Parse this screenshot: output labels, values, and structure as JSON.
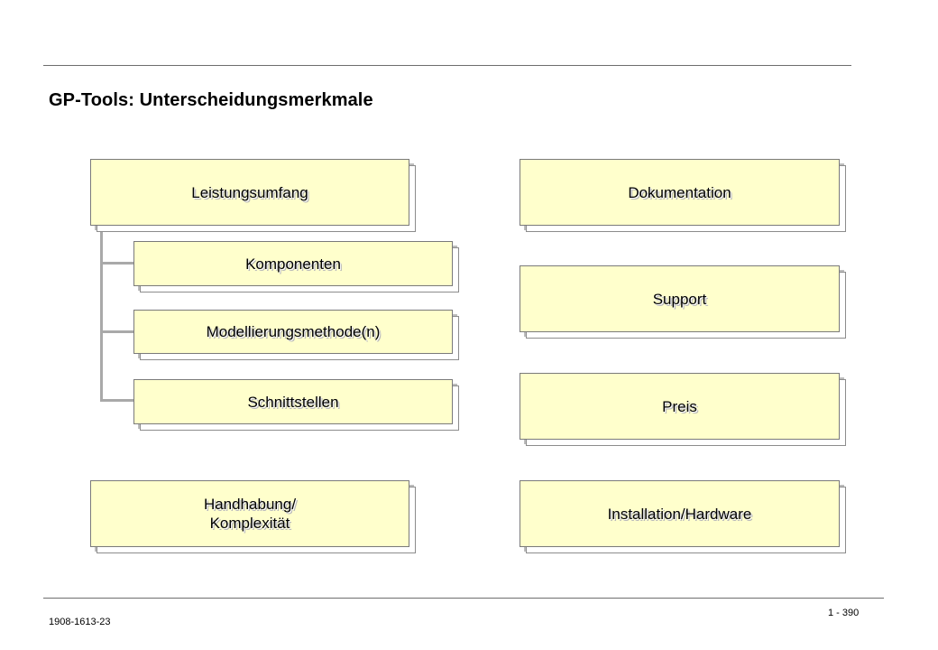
{
  "slide": {
    "title": "GP-Tools: Unterscheidungsmerkmale"
  },
  "left_column": {
    "main": "Leistungsumfang",
    "sub_items": [
      "Komponenten",
      "Modellierungsmethode(n)",
      "Schnittstellen"
    ],
    "bottom": "Handhabung/\nKomplexität"
  },
  "right_column": {
    "items": [
      "Dokumentation",
      "Support",
      "Preis",
      "Installation/Hardware"
    ]
  },
  "footer": {
    "doc_id": "1908-1613-23",
    "page": "1 - 390"
  },
  "colors": {
    "box_fill": "#ffffcc",
    "box_border": "#7a7a7a",
    "rule": "#6e6e6e"
  }
}
